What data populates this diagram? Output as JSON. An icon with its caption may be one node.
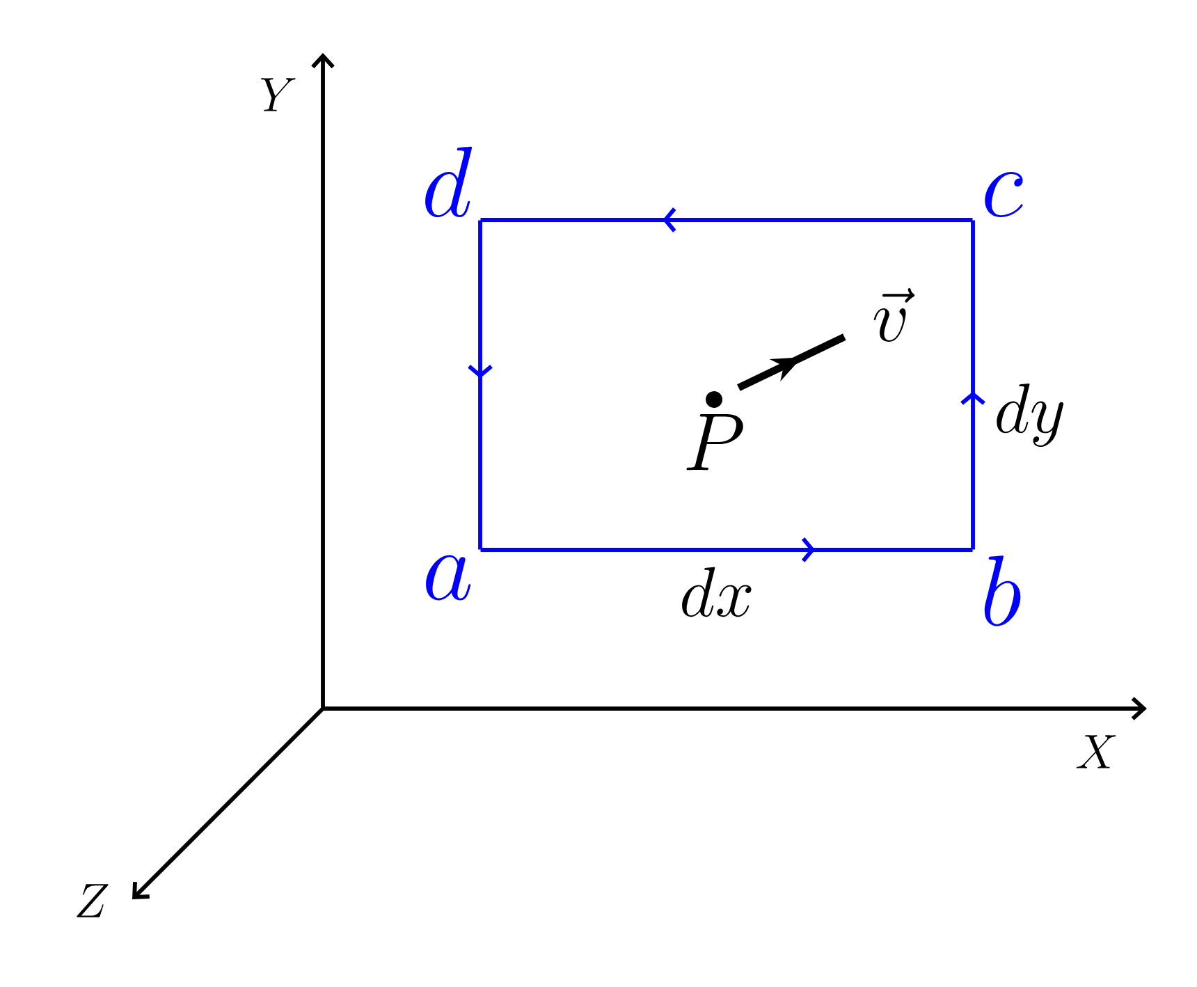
{
  "diagram": {
    "nodes": [
      {
        "text": [
          "a"
        ]
      },
      {
        "text": [
          "b"
        ]
      },
      {
        "text": [
          "c"
        ]
      },
      {
        "text": [
          "d"
        ]
      },
      {
        "text": [
          "P"
        ]
      },
      {
        "text": [
          "\\vec{v}"
        ]
      }
    ],
    "edges": [
      {
        "from": 0,
        "to": 1,
        "arrow": "to",
        "label": "dx"
      },
      {
        "from": 1,
        "to": 2,
        "arrow": "to",
        "label": "dy"
      },
      {
        "from": 2,
        "to": 3,
        "arrow": "to"
      },
      {
        "from": 3,
        "to": 0,
        "arrow": "to"
      },
      {
        "from": 4,
        "to": 5,
        "arrow": "to",
        "style": "thick",
        "color": "#000000"
      }
    ],
    "labels": [
      "Y",
      "X",
      "Z"
    ]
  }
}
